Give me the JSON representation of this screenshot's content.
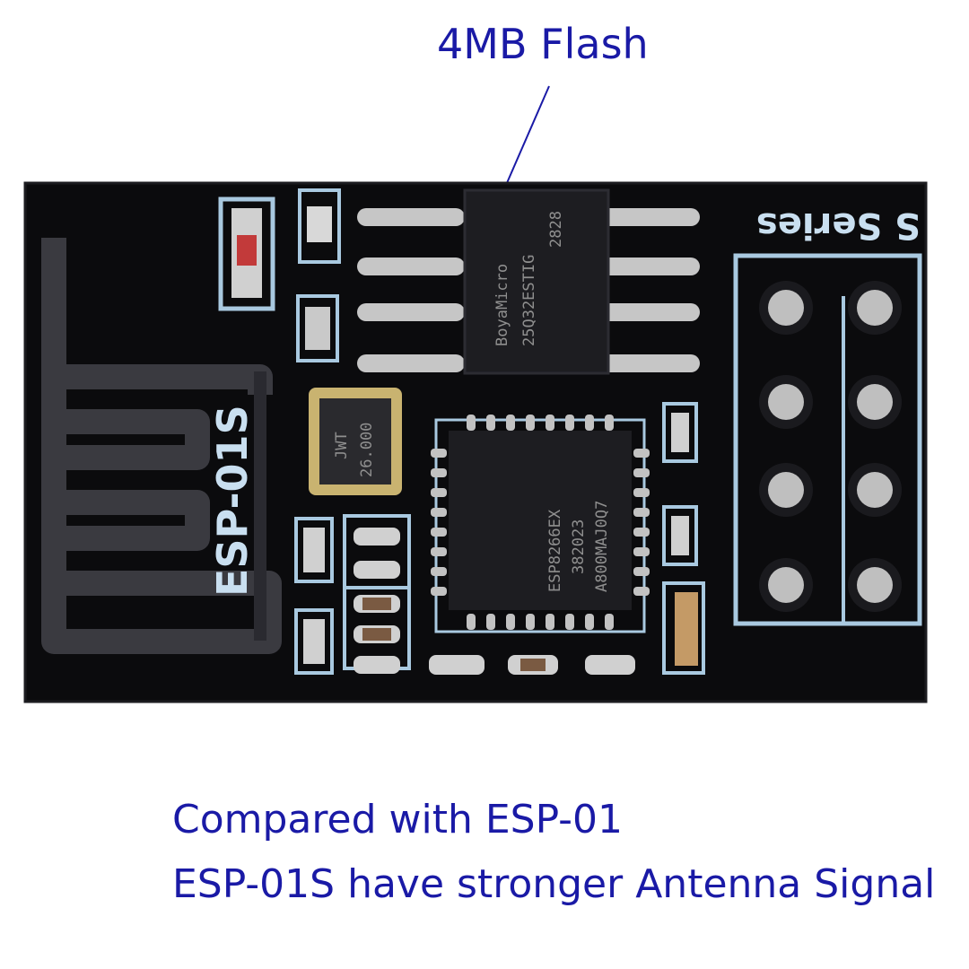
{
  "annotation": {
    "flash_label": "4MB Flash"
  },
  "captions": [
    "Compared with ESP-01",
    "ESP-01S have stronger Antenna Signal"
  ],
  "board": {
    "silkscreen_model": "ESP-01S",
    "silkscreen_series": "S Series",
    "flash_chip_lines": [
      "BoyaMicro",
      "25Q32ESTIG",
      "2828"
    ],
    "soc_chip_lines": [
      "ESP8266EX",
      "382023",
      "A800MAJ0Q7"
    ],
    "crystal_lines": [
      "JWT",
      "26.000"
    ],
    "colors": {
      "pcb": "#0b0b0d",
      "trace": "#a9c9e0",
      "pad": "#c4c4c4",
      "ink": "#1a1aa6"
    }
  }
}
